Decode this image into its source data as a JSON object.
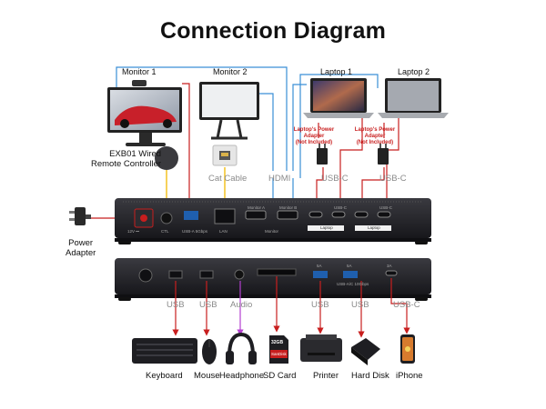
{
  "title": "Connection Diagram",
  "top_devices": {
    "monitor1": "Monitor 1",
    "monitor2": "Monitor 2",
    "laptop1": "Laptop 1",
    "laptop2": "Laptop 2"
  },
  "adapter_note": {
    "line1": "Laptop's Power",
    "line2": "Adapter",
    "line3": "(Not Included)"
  },
  "remote": {
    "line1": "EXB01 Wired",
    "line2": "Remote Controller"
  },
  "power_adapter": {
    "line1": "Power",
    "line2": "Adapter"
  },
  "top_connectors": {
    "cat_cable": "Cat Cable",
    "hdmi": "HDMI",
    "usbc1": "USB-C",
    "usbc2": "USB-C"
  },
  "rear_panel_ports": {
    "dc": "12V ⎓",
    "ctl": "CTL",
    "usb_a": "USB-A 5Gbps",
    "lan": "LAN",
    "monitor_a": "Monitor A",
    "monitor_b": "Monitor B",
    "monitor": "Monitor",
    "laptop": "Laptop",
    "usb_c": "USB-C"
  },
  "bottom_connectors": {
    "usb1": "USB",
    "usb2": "USB",
    "audio": "Audio",
    "usb3": "USB",
    "usb4": "USB",
    "usbc": "USB-C"
  },
  "front_panel_ports": {
    "usb_ac": "USB-A/C 10Gbps",
    "p1": "5A",
    "p2": "5A",
    "p3": "3A"
  },
  "bottom_devices": {
    "keyboard": "Keyboard",
    "mouse": "Mouse",
    "headphone": "Headphone",
    "sdcard": "SD Card",
    "printer": "Printer",
    "harddisk": "Hard Disk",
    "iphone": "iPhone"
  },
  "sd_card_text": {
    "capacity": "32GB",
    "brand": "SanDisk"
  },
  "colors": {
    "red": "#c81e1e",
    "blue": "#3a8fd6",
    "yellow": "#f2b800",
    "purple": "#b53fd0",
    "label_gray": "#8a8a8a",
    "device_dark": "#1e1e22"
  }
}
